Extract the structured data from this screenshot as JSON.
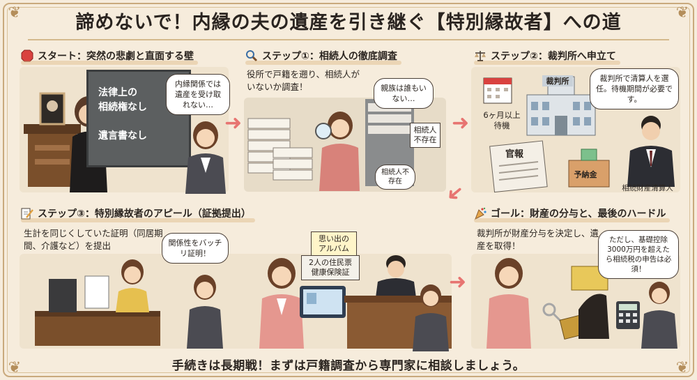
{
  "title": "諦めないで！内縁の夫の遺産を引き継ぐ【特別縁故者】への道",
  "panels": {
    "start": {
      "heading": "スタート：突然の悲劇と直面する壁",
      "board_lines": [
        "法律上の",
        "相続権なし",
        "遺言書なし"
      ],
      "bubble": "内縁関係では遺産を受け取れない…"
    },
    "step1": {
      "heading": "ステップ①：相続人の徹底調査",
      "note": "役所で戸籍を遡り、相続人がいないか調査！",
      "bubble": "親族は誰もいない…",
      "sign1": "相続人不存在",
      "sign2": "相続人不存在"
    },
    "step2": {
      "heading": "ステップ②：裁判所へ申立て",
      "bubble": "裁判所で清算人を選任。待機期間が必要です。",
      "wait": "6ヶ月以上待機",
      "court": "裁判所",
      "gazette": "官報",
      "deposit": "予納金",
      "admin": "相続財産清算人"
    },
    "step3": {
      "heading": "ステップ③：特別縁故者のアピール（証拠提出）",
      "note": "生計を同じくしていた証明（同居期間、介護など）を提出",
      "bubble": "関係性をバッチリ証明！",
      "album": "思い出のアルバム",
      "docs": "2人の住民票健康保険証"
    },
    "goal": {
      "heading": "ゴール：財産の分与と、最後のハードル",
      "note": "裁判所が財産分与を決定し、遺産を取得！",
      "bubble": "ただし、基礎控除3000万円を超えたら相続税の申告は必須！"
    }
  },
  "footer": "手続きは長期戦！まずは戸籍調査から専門家に相談しましょう。",
  "colors": {
    "accent": "#e77471",
    "frame": "#c9a97c",
    "background": "#f6ecdc"
  }
}
